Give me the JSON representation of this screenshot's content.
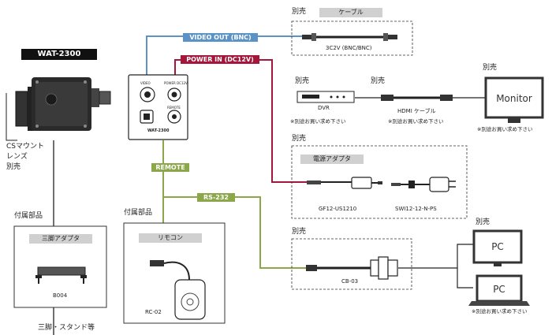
{
  "camera": {
    "model": "WAT-2300",
    "mount_note": [
      "CSマウント",
      "レンズ",
      "別売"
    ]
  },
  "control_unit": {
    "model": "WAT-2300",
    "port_video": "VIDEO",
    "port_power": "POWER DC12V",
    "port_remote": "REMOTE"
  },
  "connections": {
    "video_out": "VIDEO OUT (BNC)",
    "power_in": "POWER IN (DC12V)",
    "remote": "REMOTE",
    "rs232": "RS-232"
  },
  "cable_group": {
    "sold_separately": "別売",
    "header": "ケーブル",
    "item": "3C2V (BNC/BNC)"
  },
  "dvr": {
    "sold_separately": "別売",
    "name": "DVR",
    "note": "※別途お買い求め下さい"
  },
  "hdmi": {
    "sold_separately": "別売",
    "name": "HDMI ケーブル",
    "note": "※別途お買い求め下さい"
  },
  "monitor": {
    "sold_separately": "別売",
    "screen": "Monitor",
    "note": "※別途お買い求め下さい"
  },
  "power_group": {
    "sold_separately": "別売",
    "header": "電源アダプタ",
    "items": [
      "GF12-US1210",
      "SWI12-12-N-PS"
    ]
  },
  "accessory1": {
    "title": "付属部品",
    "header": "三脚アダプタ",
    "item": "B004"
  },
  "tripod_note": "三脚・スタンド等",
  "accessory2": {
    "title": "付属部品",
    "header": "リモコン",
    "item": "RC-02"
  },
  "serial_group": {
    "sold_separately": "別売",
    "item": "CB-03"
  },
  "pc": {
    "sold_separately": "別売",
    "desktop": "PC",
    "laptop": "PC",
    "note": "※別途お買い求め下さい"
  },
  "colors": {
    "blue": "#5b93c6",
    "red": "#a4163a",
    "green": "#8ca64a"
  }
}
